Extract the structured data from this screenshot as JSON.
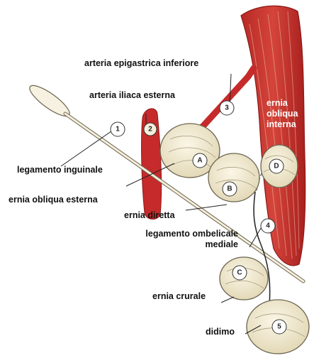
{
  "labels": {
    "arteria_epigastrica_inferiore": "arteria epigastrica inferiore",
    "arteria_iliaca_esterna": "arteria iliaca esterna",
    "ernia_obliqua_interna": [
      "ernia",
      "obliqua",
      "interna"
    ],
    "legamento_inguinale": "legamento inguinale",
    "ernia_obliqua_esterna": "ernia obliqua esterna",
    "ernia_diretta": "ernia diretta",
    "legamento_ombelicale_mediale": [
      "legamento ombelicale",
      "mediale"
    ],
    "ernia_crurale": "ernia crurale",
    "didimo": "didimo"
  },
  "markers": {
    "m1": "1",
    "m2": "2",
    "m3": "3",
    "m4": "4",
    "m5": "5",
    "mA": "A",
    "mB": "B",
    "mC": "C",
    "mD": "D"
  },
  "colors": {
    "muscle": "#c8352f",
    "muscle_dark": "#9e1e1c",
    "artery": "#c62a2a",
    "sac": "#f2ead0",
    "sac_line": "#6b6450",
    "ink": "#111111"
  }
}
